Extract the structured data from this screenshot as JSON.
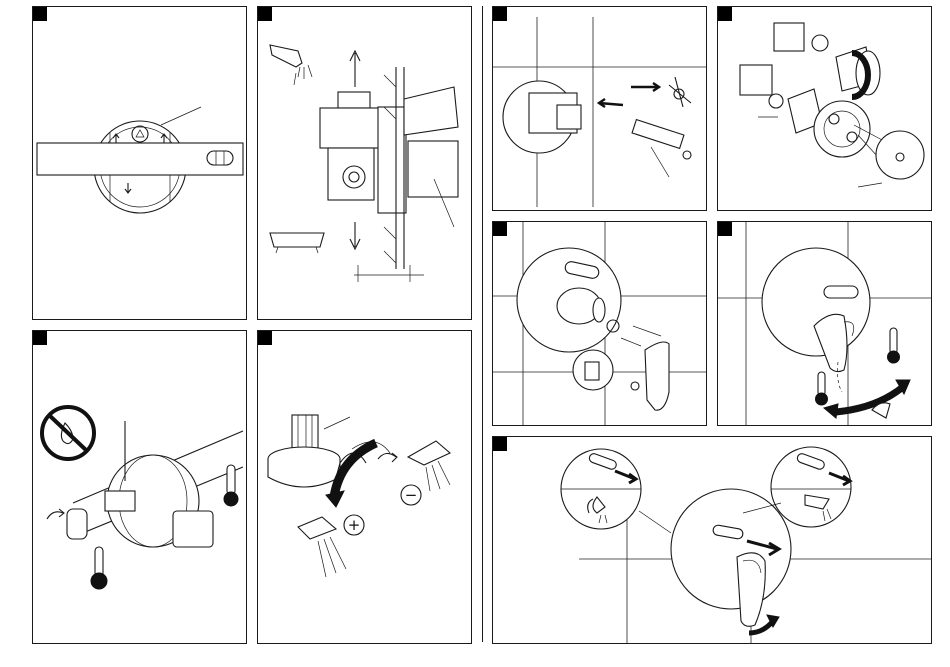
{
  "panels": [
    {
      "id": 1,
      "marker": "black-square"
    },
    {
      "id": 2,
      "marker": "black-square"
    },
    {
      "id": 3,
      "marker": "black-square"
    },
    {
      "id": 4,
      "marker": "black-square"
    },
    {
      "id": 5,
      "marker": "black-square"
    },
    {
      "id": 6,
      "marker": "black-square"
    },
    {
      "id": 7,
      "marker": "black-square"
    },
    {
      "id": 8,
      "marker": "black-square"
    },
    {
      "id": 9,
      "marker": "black-square"
    }
  ],
  "symbols": {
    "decrease": "−",
    "increase": "+"
  },
  "colors": {
    "line": "#1a1a1a",
    "background": "#ffffff",
    "marker": "#000000"
  },
  "icons": [
    "shower-head-icon",
    "bathtub-icon",
    "no-water-icon",
    "thermometer-icon",
    "rotate-arrow-icon",
    "push-arrow-icon",
    "spirit-level-icon"
  ]
}
